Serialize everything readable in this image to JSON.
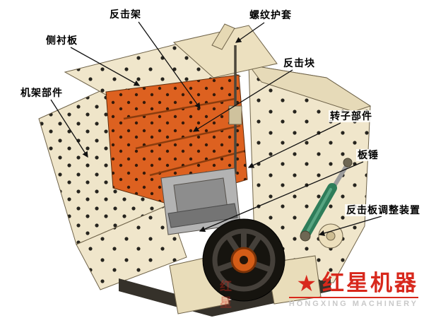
{
  "diagram": {
    "subject": "impact-crusher-cutaway-structure",
    "labels": [
      {
        "id": "impact-frame",
        "text": "反击架"
      },
      {
        "id": "thread-sleeve",
        "text": "螺纹护套"
      },
      {
        "id": "side-liner",
        "text": "侧衬板"
      },
      {
        "id": "impact-block",
        "text": "反击块"
      },
      {
        "id": "frame-parts",
        "text": "机架部件"
      },
      {
        "id": "rotor-parts",
        "text": "转子部件"
      },
      {
        "id": "blow-bar",
        "text": "板锤"
      },
      {
        "id": "adjuster",
        "text": "反击板调整装置"
      }
    ],
    "watermark": {
      "star": "★",
      "brand": "红星机器",
      "brand_en": "HONGXING MACHINERY",
      "vertical": "红星"
    },
    "colors": {
      "body_cream": "#efe5c9",
      "liner_orange": "#dd6120",
      "flywheel_dark": "#16140f",
      "flywheel_hub": "#d45c17",
      "cylinder_green": "#2e7d5a",
      "brand_red": "#d8281c",
      "callout_black": "#101010"
    }
  }
}
